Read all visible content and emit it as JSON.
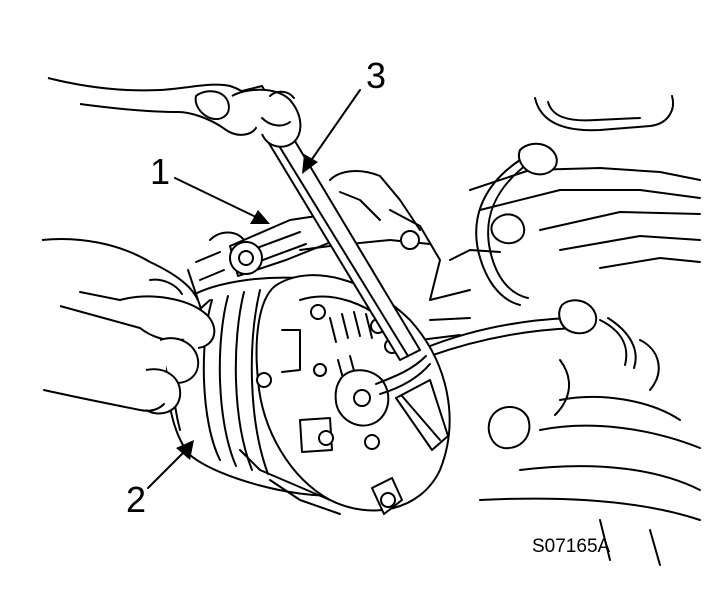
{
  "callouts": [
    {
      "id": "1",
      "label": "1"
    },
    {
      "id": "2",
      "label": "2"
    },
    {
      "id": "3",
      "label": "3"
    }
  ],
  "figure_id": "S07165A",
  "colors": {
    "ink": "#000000",
    "paper": "#ffffff"
  }
}
